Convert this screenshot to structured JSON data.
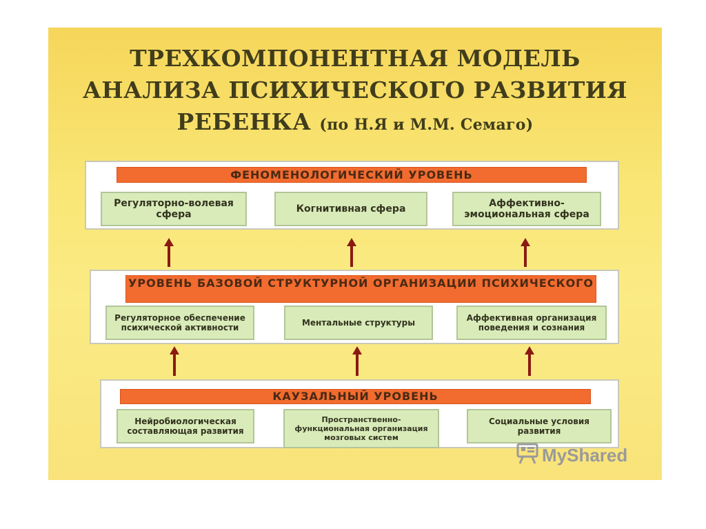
{
  "title": {
    "line1": "ТРЕХКОМПОНЕНТНАЯ МОДЕЛЬ",
    "line2": "АНАЛИЗА ПСИХИЧЕСКОГО РАЗВИТИЯ",
    "line3_main": "РЕБЕНКА",
    "line3_sub": "(по Н.Я и М.М. Семаго)"
  },
  "levels": [
    {
      "label": "ФЕНОМЕНОЛОГИЧЕСКИЙ УРОВЕНЬ",
      "boxes": [
        "Регуляторно-волевая сфера",
        "Когнитивная сфера",
        "Аффективно-эмоциональная сфера"
      ]
    },
    {
      "label": "УРОВЕНЬ БАЗОВОЙ СТРУКТУРНОЙ ОРГАНИЗАЦИИ ПСИХИЧЕСКОГО",
      "boxes": [
        "Регуляторное обеспечение психической активности",
        "Ментальные структуры",
        "Аффективная организация поведения и сознания"
      ]
    },
    {
      "label": "КАУЗАЛЬНЫЙ УРОВЕНЬ",
      "boxes": [
        "Нейробиологическая составляющая развития",
        "Пространственно-функциональная организация мозговых систем",
        "Социальные условия развития"
      ]
    }
  ],
  "watermark": {
    "text": "MyShared",
    "icon": "presentation-board-icon"
  }
}
